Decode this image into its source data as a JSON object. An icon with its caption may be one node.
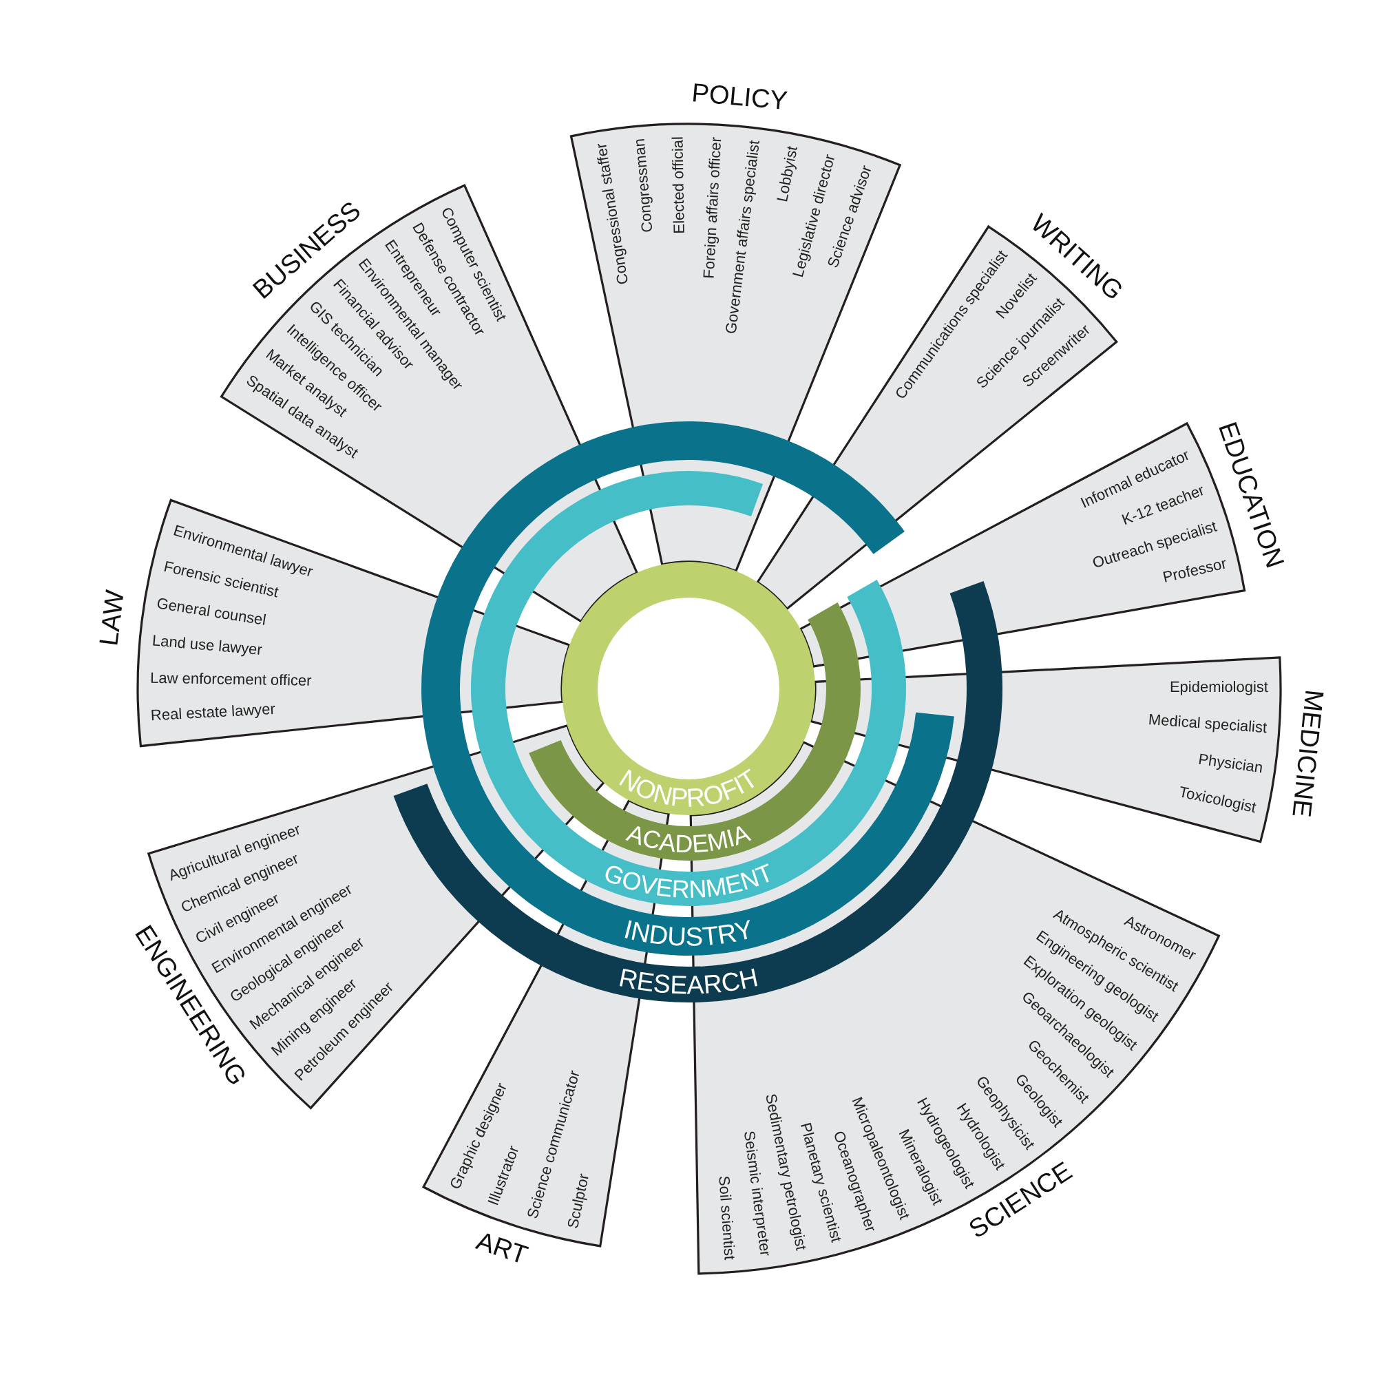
{
  "diagram": {
    "nodes": [
      {
        "text": [
          "POLICY",
          "Congressional staffer",
          "Congressman",
          "Elected official",
          "Foreign affairs officer",
          "Government affairs specialist",
          "Lobbyist",
          "Legislative director",
          "Science advisor"
        ]
      },
      {
        "text": [
          "WRITING",
          "Communications specialist",
          "Novelist",
          "Science journalist",
          "Screenwriter"
        ]
      },
      {
        "text": [
          "EDUCATION",
          "Informal educator",
          "K-12 teacher",
          "Outreach specialist",
          "Professor"
        ]
      },
      {
        "text": [
          "MEDICINE",
          "Epidemiologist",
          "Medical specialist",
          "Physician",
          "Toxicologist"
        ]
      },
      {
        "text": [
          "SCIENCE",
          "Astronomer",
          "Atmospheric scientist",
          "Engineering geologist",
          "Exploration geologist",
          "Geoarchaeologist",
          "Geochemist",
          "Geologist",
          "Geophysicist",
          "Hydrologist",
          "Hydrogeologist",
          "Mineralogist",
          "Micropaleontologist",
          "Oceanographer",
          "Planetary scientist",
          "Sedimentary petrologist",
          "Seismic interpreter",
          "Soil scientist"
        ]
      },
      {
        "text": [
          "ART",
          "Graphic designer",
          "Illustrator",
          "Science communicator",
          "Sculptor"
        ]
      },
      {
        "text": [
          "ENGINEERING",
          "Agricultural engineer",
          "Chemical engineer",
          "Civil engineer",
          "Environmental engineer",
          "Geological engineer",
          "Mechanical engineer",
          "Mining engineer",
          "Petroleum engineer"
        ]
      },
      {
        "text": [
          "LAW",
          "Environmental lawyer",
          "Forensic scientist",
          "General counsel",
          "Land use lawyer",
          "Law enforcement officer",
          "Real estate lawyer"
        ]
      },
      {
        "text": [
          "BUSINESS",
          "Computer scientist",
          "Defense contractor",
          "Entrepreneur",
          "Environmental manager",
          "Financial advisor",
          "GIS technician",
          "Intelligence officer",
          "Market analyst",
          "Spatial data analyst"
        ]
      },
      {
        "text": [
          "NONPROFIT"
        ]
      },
      {
        "text": [
          "ACADEMIA"
        ]
      },
      {
        "text": [
          "GOVERNMENT"
        ]
      },
      {
        "text": [
          "INDUSTRY"
        ]
      },
      {
        "text": [
          "RESEARCH"
        ]
      }
    ]
  }
}
